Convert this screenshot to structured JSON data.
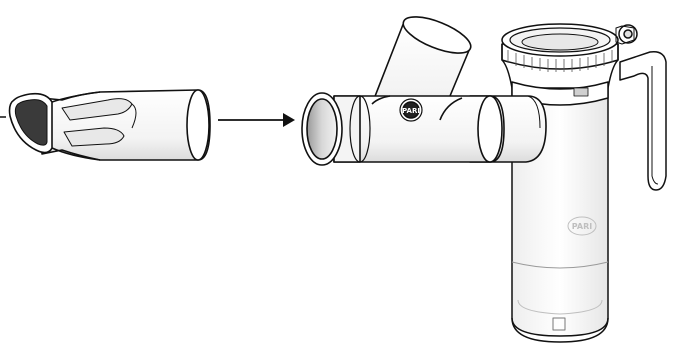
{
  "diagram": {
    "type": "assembly-illustration",
    "components": [
      "mouthpiece",
      "arrow",
      "t-connector",
      "nebulizer-chamber"
    ],
    "connector_logo": "PARI",
    "chamber_logo": "PARI",
    "colors": {
      "line": "#111111",
      "fill": "#ffffff",
      "shade": "#d9d9d9",
      "dark_shade": "#8a8a8a",
      "logo": "#222222",
      "faint": "#bfbfbf"
    }
  }
}
